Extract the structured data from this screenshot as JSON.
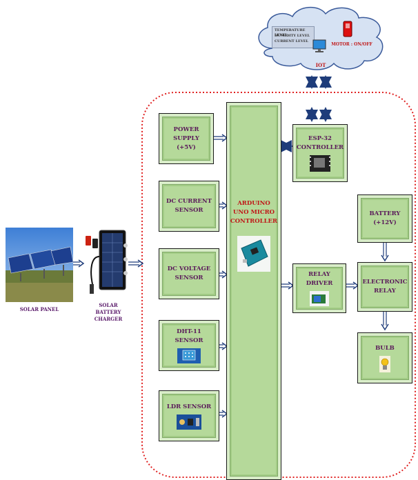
{
  "blocks": {
    "power_supply": "POWER SUPPLY (+5V)",
    "dc_current": "DC CURRENT SENSOR",
    "dc_voltage": "DC VOLTAGE SENSOR",
    "dht11": "DHT-11 SENSOR",
    "ldr": "LDR SENSOR",
    "arduino": "ARDUINO UNO MICRO CONTROLLER",
    "esp32": "ESP-32 CONTROLLER",
    "battery": "BATTERY (+12V)",
    "relay_driver": "RELAY DRIVER",
    "electronic_relay": "ELECTRONIC RELAY",
    "bulb": "BULB"
  },
  "captions": {
    "solar_panel": "SOLAR PANEL",
    "solar_battery_charger": "SOLAR BATTERY CHARGER"
  },
  "iot": {
    "label": "IOT",
    "motor": "MOTOR : ON/OFF",
    "screen_lines": [
      "TEMPERATURE LEVEL",
      "HUMIDITY LEVEL",
      "CURRENT LEVEL"
    ]
  },
  "colors": {
    "block_fill": "#b5d99a",
    "label_text": "#5a1a5a",
    "arrow": "#1e3c7a",
    "dotted_border": "#e02020",
    "cloud_fill": "#d6e2f3"
  },
  "icons": [
    "solar-panel-photo",
    "solar-charger-photo",
    "esp32-board-icon",
    "arduino-board-icon",
    "dht11-module-icon",
    "ldr-module-icon",
    "relay-module-icon",
    "bulb-icon",
    "monitor-icon",
    "switch-icon",
    "cloud-icon"
  ]
}
